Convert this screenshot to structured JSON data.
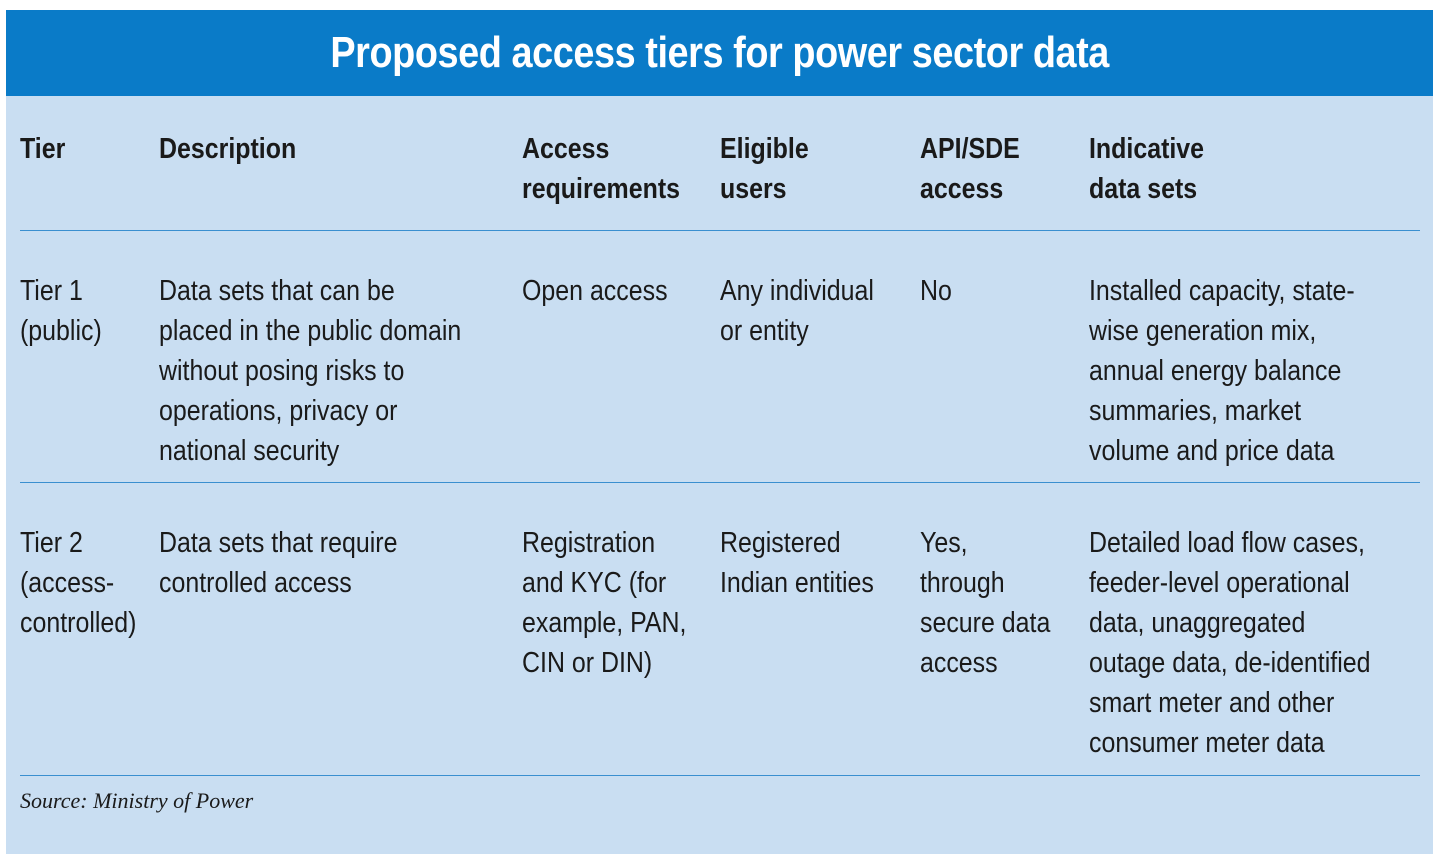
{
  "title": "Proposed access tiers for power sector data",
  "headers": {
    "tier": "Tier",
    "description": "Description",
    "access": "Access\nrequirements",
    "eligible": "Eligible\nusers",
    "api": "API/SDE\naccess",
    "datasets": "Indicative\ndata sets"
  },
  "rows": [
    {
      "tier": "Tier 1\n(public)",
      "description": "Data sets that can be\nplaced in the public domain\nwithout posing risks to\noperations, privacy or\nnational security",
      "access": "Open access",
      "eligible": "Any individual\nor entity",
      "api": "No",
      "datasets": "Installed capacity, state-\nwise generation mix,\nannual energy balance\nsummaries, market\nvolume and price data"
    },
    {
      "tier": "Tier 2\n(access-\ncontrolled)",
      "description": "Data sets that require\ncontrolled access",
      "access": "Registration\nand KYC (for\nexample, PAN,\nCIN or DIN)",
      "eligible": "Registered\nIndian entities",
      "api": "Yes,\nthrough\nsecure data\naccess",
      "datasets": "Detailed load flow cases,\nfeeder-level operational\ndata, unaggregated\noutage data, de-identified\nsmart meter and other\nconsumer meter data"
    }
  ],
  "source": "Source: Ministry of Power"
}
